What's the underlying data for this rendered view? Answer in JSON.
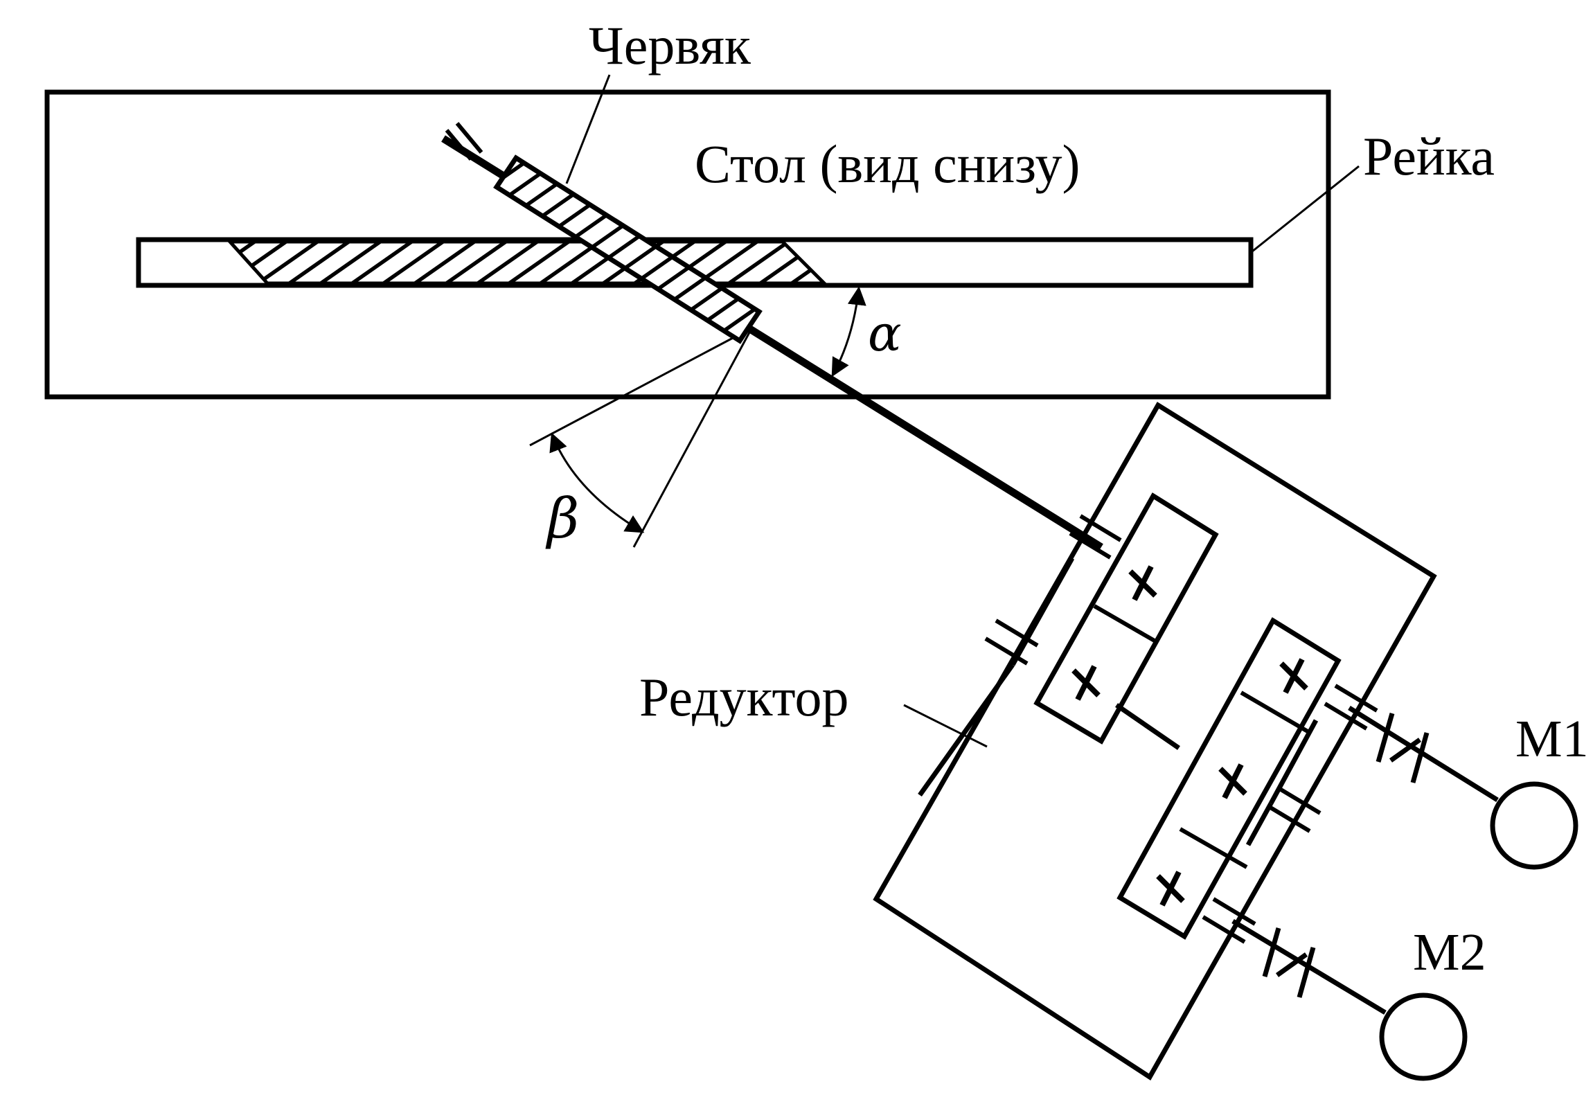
{
  "labels": {
    "worm": "Червяк",
    "table": "Стол (вид снизу)",
    "rack": "Рейка",
    "alpha": "α",
    "beta": "β",
    "reducer": "Редуктор",
    "motor1": "M1",
    "motor2": "M2"
  },
  "colors": {
    "ink": "#000000",
    "paper": "#ffffff"
  }
}
